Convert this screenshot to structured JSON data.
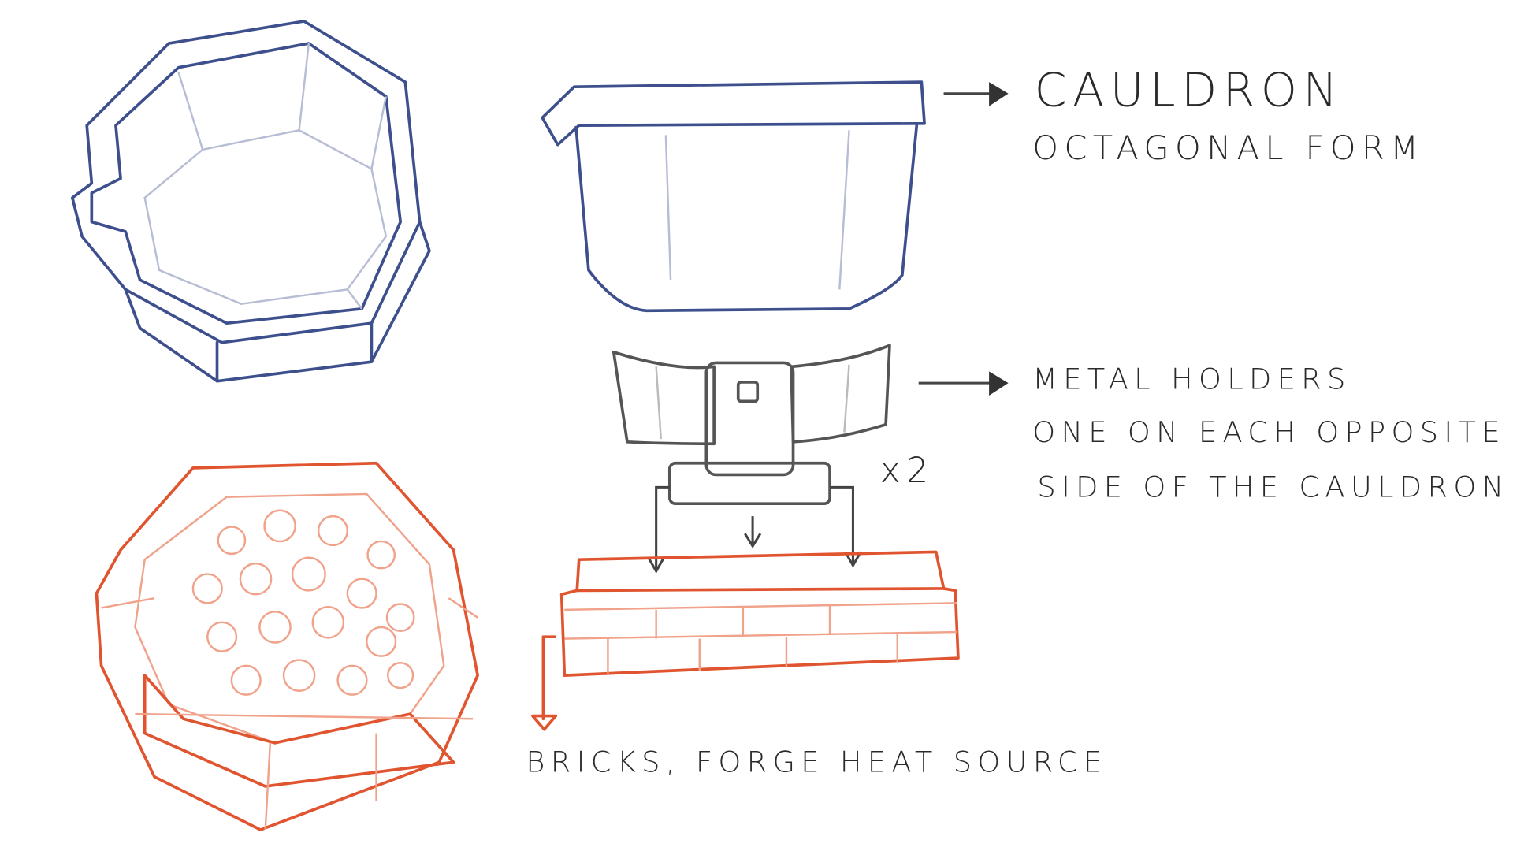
{
  "labels": {
    "cauldron_title": "CAULDRON",
    "cauldron_sub": "OCTAGONAL FORM",
    "holders_title": "METAL HOLDERS",
    "holders_line1": "ONE ON EACH OPPOSITE",
    "holders_line2": "SIDE OF THE CAULDRON",
    "multiplier": "x2",
    "bricks": "BRICKS, FORGE HEAT SOURCE"
  },
  "colors": {
    "cauldron": "#3d4f8c",
    "holder": "#555555",
    "bricks": "#e0552f"
  }
}
